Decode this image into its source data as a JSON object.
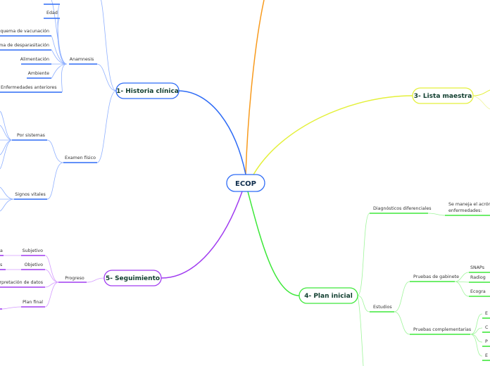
{
  "central": "ECOP",
  "colors": {
    "blue": "#2f6cf6",
    "yellow": "#e4f03a",
    "green": "#3ee83a",
    "purple": "#a03cf0",
    "orange": "#f89a1c"
  },
  "historia": {
    "title": "1- Historia clínica",
    "edad": "Edad",
    "anamnesis": {
      "label": "Anamnesis",
      "items": [
        "Esquema de vacunación",
        "Esquema de desparasitación",
        "Alimentación",
        "Ambiente",
        "Enfermedades anteriores"
      ]
    },
    "examen": {
      "label": "Examen físico",
      "por_sistemas": "Por sistemas",
      "signos": "Signos vitales"
    }
  },
  "lista": {
    "title": "3- Lista maestra"
  },
  "plan": {
    "title": "4- Plan inicial",
    "diagnosticos": "Diagnósticos diferenciales",
    "acronimo": [
      "Se maneja el acrónim",
      "enfermedades:"
    ],
    "estudios": "Estudios",
    "gabinete": {
      "label": "Pruebas de gabinete",
      "items": [
        "SNAPs",
        "Radiog",
        "Ecogra"
      ]
    },
    "complementarias": {
      "label": "Pruebas complementarias",
      "items": [
        "E",
        "C",
        "P",
        "E"
      ]
    }
  },
  "seguimiento": {
    "title": "5- Seguimiento",
    "progreso": "Progreso",
    "items": [
      "Subjetivo",
      "Objetivo",
      "Interpretación de datos",
      "Plan final"
    ],
    "left_fragments": [
      "a",
      "s"
    ]
  }
}
